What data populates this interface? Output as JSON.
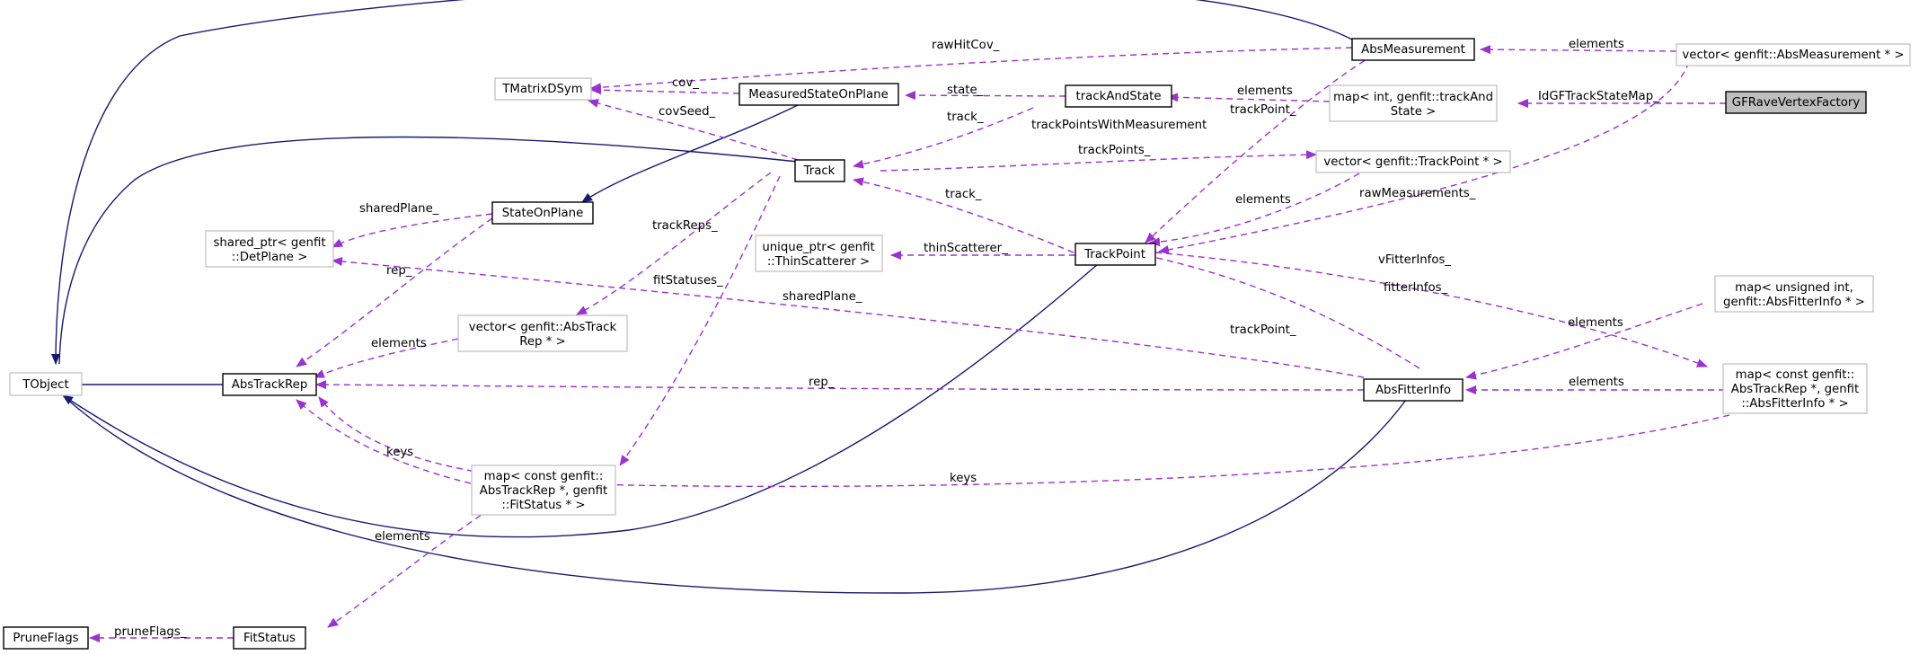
{
  "nodes": {
    "tobject": "TObject",
    "absTrackRep": "AbsTrackRep",
    "pruneFlags": "PruneFlags",
    "fitStatus": "FitStatus",
    "sharedPtrDetPlane": [
      "shared_ptr< genfit",
      "::DetPlane >"
    ],
    "stateOnPlane": "StateOnPlane",
    "vectorAbsTrackRep": [
      "vector< genfit::AbsTrack",
      "Rep * >"
    ],
    "mapFitStatus": [
      "map< const genfit::",
      "AbsTrackRep *, genfit",
      "::FitStatus * >"
    ],
    "tmatrix": "TMatrixDSym",
    "measuredState": "MeasuredStateOnPlane",
    "track": "Track",
    "trackAndState": "trackAndState",
    "uniquePtrScatterer": [
      "unique_ptr< genfit",
      "::ThinScatterer >"
    ],
    "trackPoint": "TrackPoint",
    "absMeasurement": "AbsMeasurement",
    "mapTrackAndState": [
      "map< int, genfit::trackAnd",
      "State >"
    ],
    "vectorTrackPoint": "vector< genfit::TrackPoint * >",
    "absFitterInfo": "AbsFitterInfo",
    "vectorAbsMeasurement": "vector< genfit::AbsMeasurement * >",
    "gfRave": "GFRaveVertexFactory",
    "mapUnsignedFitterInfo": [
      "map< unsigned int,",
      " genfit::AbsFitterInfo * >"
    ],
    "mapConstFitterInfo": [
      "map< const genfit::",
      "AbsTrackRep *, genfit",
      "::AbsFitterInfo * >"
    ]
  },
  "edge_labels": {
    "rawHitCov": "rawHitCov_",
    "elementsMeas": "elements",
    "cov": "cov_",
    "state": "state_",
    "elementsTAS": "elements",
    "idGF": "IdGFTrackStateMap_",
    "covSeed": "covSeed_",
    "track1": "track_",
    "tpWithMeas": "trackPointsWithMeasurement",
    "trackPoint1": "trackPoint_",
    "trackPoints": "trackPoints_",
    "sharedPlane1": "sharedPlane_",
    "elementsTP": "elements",
    "rawMeasurements": "rawMeasurements_",
    "track2": "track_",
    "trackReps": "trackReps_",
    "thinScatterer": "thinScatterer_",
    "vFitterInfos": "vFitterInfos_",
    "rep1": "rep_",
    "fitStatuses": "fitStatuses_",
    "sharedPlane2": "sharedPlane_",
    "fitterInfos": "fitterInfos_",
    "elementsRep": "elements",
    "trackPoint2": "trackPoint_",
    "elementsUFI": "elements",
    "rep2": "rep_",
    "elementsCFI": "elements",
    "keys1": "keys",
    "keys2": "keys",
    "elementsFS": "elements",
    "pruneFlags": "pruneFlags_"
  },
  "colors": {
    "inheritance_edge": "#191970",
    "member_edge": "#9a32cd",
    "template_border": "#bfbfbf",
    "focus_fill": "#bfbfbf"
  }
}
